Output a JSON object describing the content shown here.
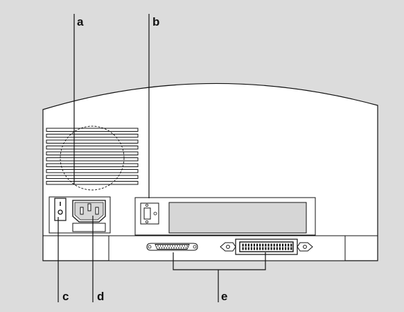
{
  "colors": {
    "background": "#dcdcdc",
    "body": "#ffffff",
    "stroke": "#111111",
    "panel": "#d6d6d6"
  },
  "callouts": {
    "a": "a",
    "b": "b",
    "c": "c",
    "d": "d",
    "e": "e"
  },
  "icons": {
    "fan_vent": "fan-vent-icon",
    "power_switch": "rocker-switch-icon",
    "power_socket": "iec-power-socket-icon",
    "serial_port": "serial-port-icon",
    "parallel_port": "db25-port-icon",
    "centronics_port": "centronics-port-icon"
  }
}
